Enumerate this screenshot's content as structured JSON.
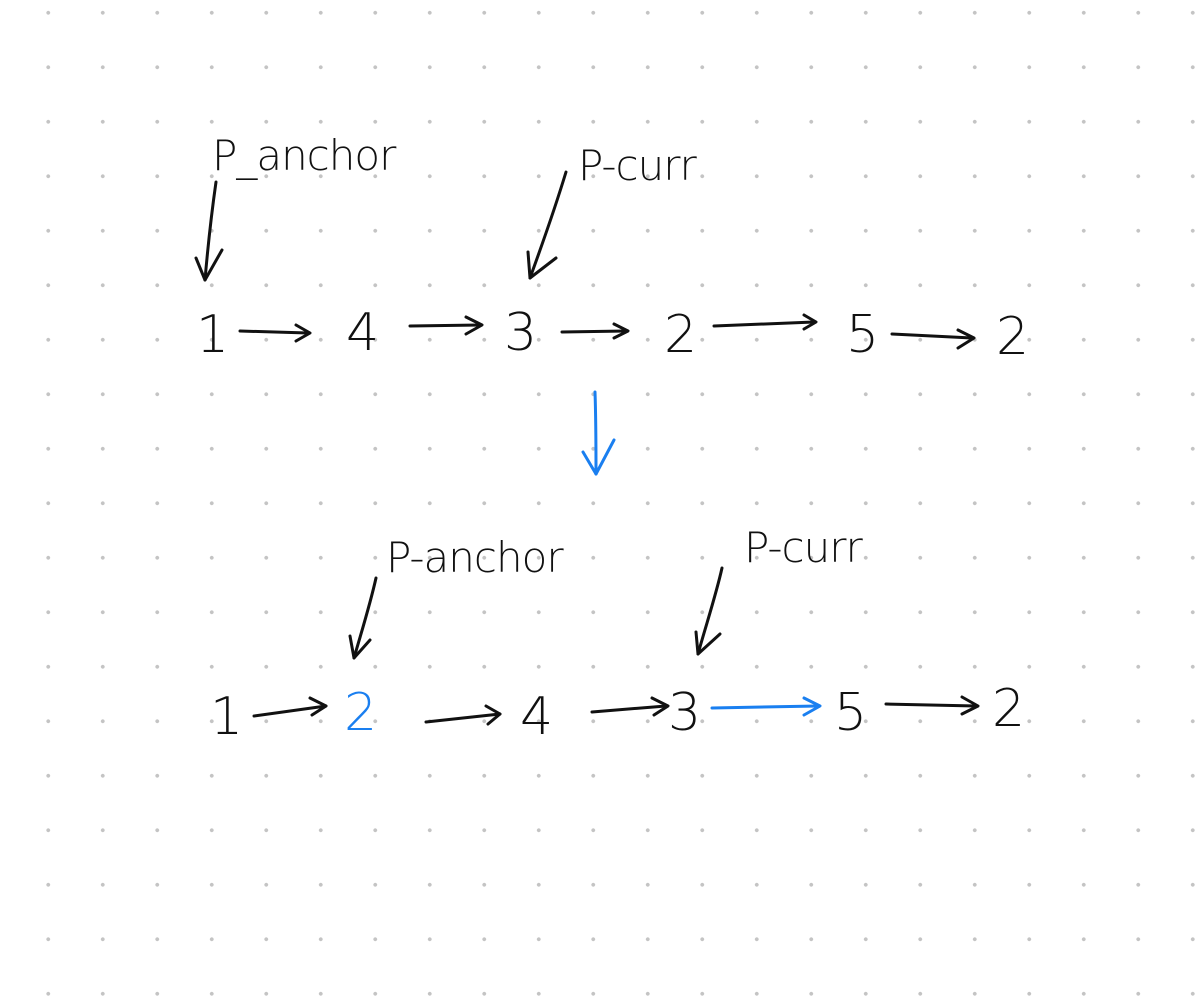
{
  "diagram": {
    "ink_color": "#111111",
    "highlight_color": "#1a7ff0",
    "before": {
      "nodes": [
        "1",
        "4",
        "3",
        "2",
        "5",
        "2"
      ],
      "pointers": {
        "anchor_label": "P_anchor",
        "curr_label": "P-curr"
      }
    },
    "transition_arrow_color": "#1a7ff0",
    "after": {
      "nodes": [
        "1",
        "2",
        "4",
        "3",
        "5",
        "2"
      ],
      "highlighted_node": "2",
      "highlighted_link": "3 → 5",
      "pointers": {
        "anchor_label": "P-anchor",
        "curr_label": "P-curr"
      }
    }
  }
}
